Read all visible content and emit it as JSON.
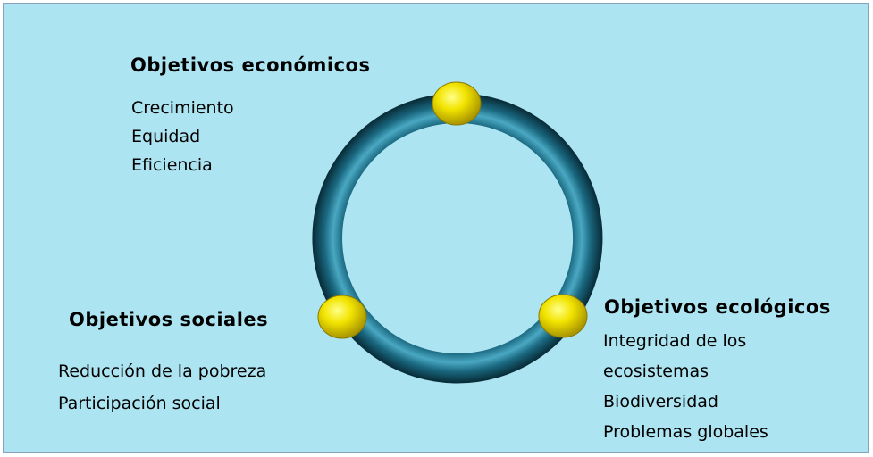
{
  "economicos": {
    "title": "Objetivos económicos",
    "items": [
      "Crecimiento",
      "Equidad",
      "Eficiencia"
    ]
  },
  "sociales": {
    "title": "Objetivos sociales",
    "items": [
      "Reducción de la pobreza",
      "Participación social"
    ]
  },
  "ecologicos": {
    "title": "Objetivos ecológicos",
    "items": [
      "Integridad de los",
      "ecosistemas",
      "Biodiversidad",
      "Problemas globales"
    ]
  },
  "colors": {
    "background": "#ade4f1",
    "border": "#8aa2c0",
    "ring": "#1c6c84",
    "node": "#f2e400"
  }
}
